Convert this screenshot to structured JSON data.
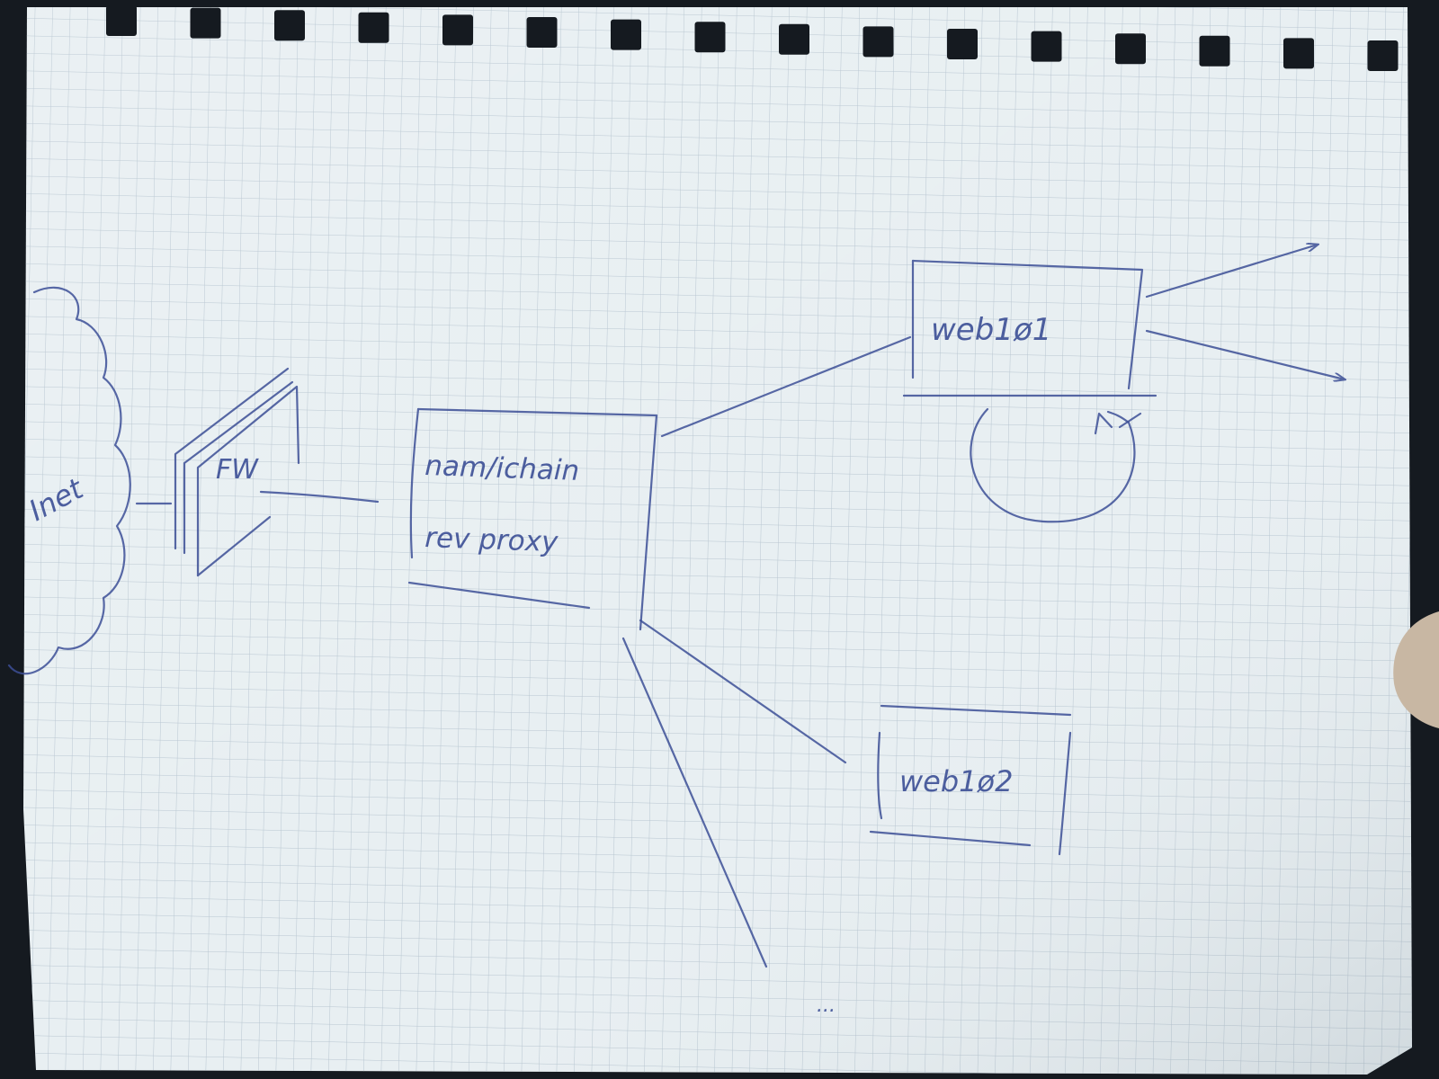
{
  "diagram": {
    "labels": {
      "internet": "Inet",
      "firewall": "FW",
      "proxy_line1": "nam/ichain",
      "proxy_line2": "rev proxy",
      "web1": "web1ø1",
      "web2": "web1ø2",
      "more": "..."
    },
    "nodes": [
      {
        "id": "internet",
        "kind": "cloud"
      },
      {
        "id": "firewall",
        "kind": "wall"
      },
      {
        "id": "proxy",
        "kind": "box"
      },
      {
        "id": "web1",
        "kind": "box"
      },
      {
        "id": "web2",
        "kind": "box"
      }
    ],
    "edges": [
      {
        "from": "internet",
        "to": "firewall"
      },
      {
        "from": "firewall",
        "to": "proxy"
      },
      {
        "from": "proxy",
        "to": "web1"
      },
      {
        "from": "proxy",
        "to": "web2"
      },
      {
        "from": "proxy",
        "to": "more"
      },
      {
        "from": "web1",
        "to": "outside",
        "arrow": true
      },
      {
        "from": "web1",
        "to": "outside",
        "arrow": true
      },
      {
        "from": "web1",
        "to": "web1",
        "loop": true,
        "arrow": true
      }
    ],
    "colors": {
      "ink": "#3c4f96",
      "paper": "#e8eff2",
      "grid": "#b7c5d0",
      "background": "#151a20"
    }
  }
}
